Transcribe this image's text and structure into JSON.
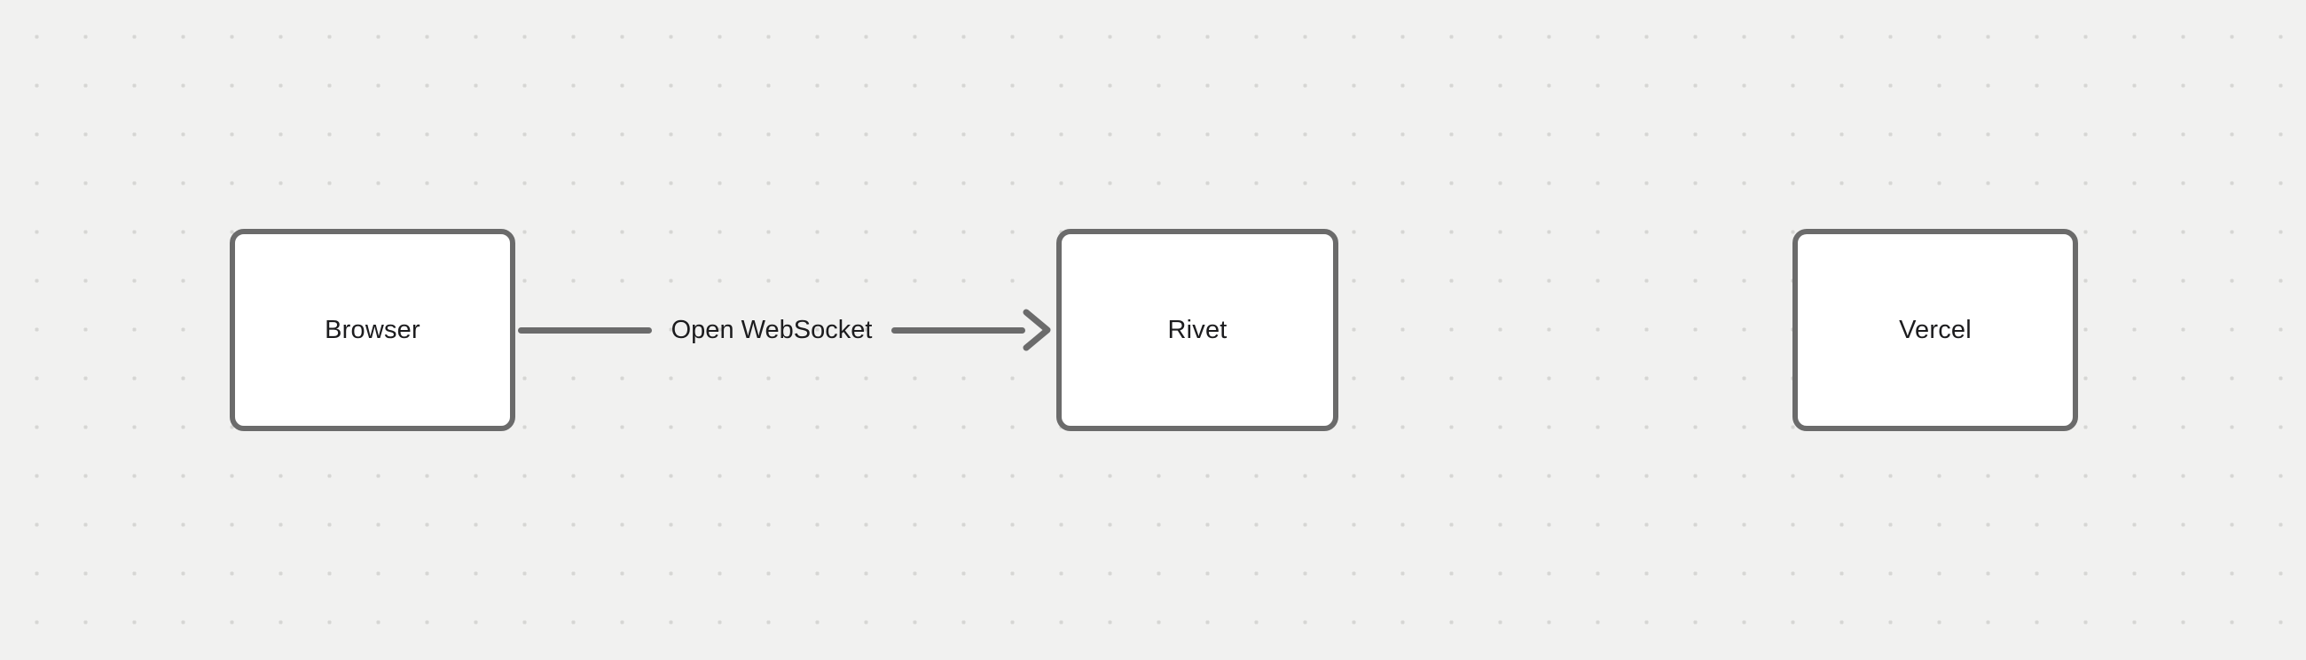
{
  "canvas": {
    "background_color": "#f1f1f0",
    "dot_color": "#d6d6d4"
  },
  "diagram": {
    "nodes": [
      {
        "id": "browser",
        "label": "Browser"
      },
      {
        "id": "rivet",
        "label": "Rivet"
      },
      {
        "id": "vercel",
        "label": "Vercel"
      }
    ],
    "edges": [
      {
        "from": "browser",
        "to": "rivet",
        "label": "Open WebSocket",
        "arrowhead": "chevron"
      }
    ],
    "colors": {
      "node_fill": "#ffffff",
      "node_border": "#6b6b6b",
      "edge_stroke": "#6b6b6b",
      "text": "#1c1c1e"
    }
  }
}
